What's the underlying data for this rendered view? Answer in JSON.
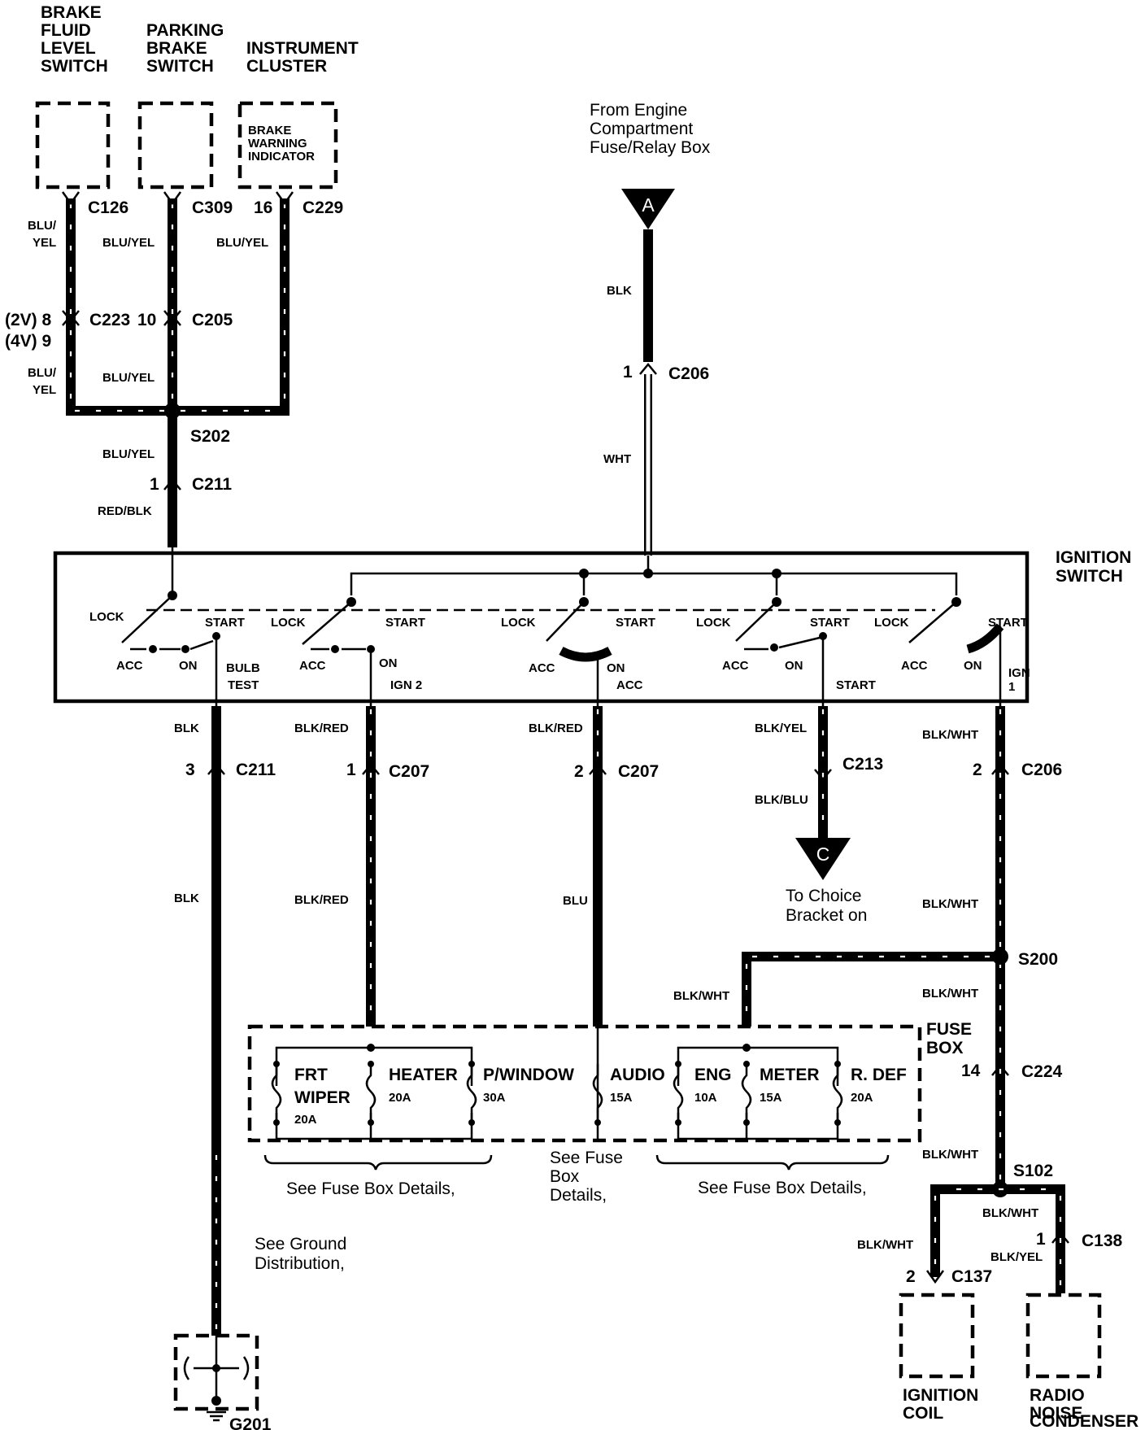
{
  "top_components": {
    "brake_fluid_switch": [
      "BRAKE",
      "FLUID",
      "LEVEL",
      "SWITCH"
    ],
    "parking_brake_switch": [
      "PARKING",
      "BRAKE",
      "SWITCH"
    ],
    "instrument_cluster": [
      "INSTRUMENT",
      "CLUSTER"
    ],
    "brake_warning_indicator": [
      "BRAKE",
      "WARNING",
      "INDICATOR"
    ]
  },
  "from_fuse_relay": [
    "From Engine",
    "Compartment",
    "Fuse/Relay Box"
  ],
  "connector_a": "A",
  "connector_c": "C",
  "to_choice": [
    "To Choice",
    "Bracket on"
  ],
  "ignition_switch_label": [
    "IGNITION",
    "SWITCH"
  ],
  "connectors": {
    "c126": "C126",
    "c309": "C309",
    "c229": "C229",
    "c229_pin": "16",
    "c223": "C223",
    "c223_pin_2v": "(2V) 8",
    "c223_pin_4v": "(4V) 9",
    "c205": "C205",
    "c205_pin": "10",
    "s202": "S202",
    "c211_top": "C211",
    "c211_top_pin": "1",
    "c206_top": "C206",
    "c206_top_pin": "1",
    "c211_bottom": "C211",
    "c211_bottom_pin": "3",
    "c207_a": "C207",
    "c207_a_pin": "1",
    "c207_b": "C207",
    "c207_b_pin": "2",
    "c213": "C213",
    "c206_bottom": "C206",
    "c206_bottom_pin": "2",
    "s200": "S200",
    "c224": "C224",
    "c224_pin": "14",
    "s102": "S102",
    "c138": "C138",
    "c138_pin": "1",
    "c137": "C137",
    "c137_pin": "2",
    "g201": "G201"
  },
  "wire_colors": {
    "blu_yel_split": [
      "BLU/",
      "YEL"
    ],
    "blu_yel": "BLU/YEL",
    "red_blk": "RED/BLK",
    "blk": "BLK",
    "wht": "WHT",
    "blk_red": "BLK/RED",
    "blk_yel": "BLK/YEL",
    "blk_blu": "BLK/BLU",
    "blk_wht": "BLK/WHT",
    "blu": "BLU"
  },
  "switch_labels": {
    "lock": "LOCK",
    "start": "START",
    "acc": "ACC",
    "on": "ON",
    "bulb_test": [
      "BULB",
      "TEST"
    ],
    "ign2": "IGN 2",
    "acc_out": "ACC",
    "start_out": "START",
    "ign1": [
      "IGN",
      "1"
    ]
  },
  "fuse_box": {
    "title": [
      "FUSE",
      "BOX"
    ],
    "fuses": [
      {
        "name": "FRT",
        "name2": "WIPER",
        "rating": "20A"
      },
      {
        "name": "HEATER",
        "rating": "20A"
      },
      {
        "name": "P/WINDOW",
        "rating": "30A"
      },
      {
        "name": "AUDIO",
        "rating": "15A"
      },
      {
        "name": "ENG",
        "rating": "10A"
      },
      {
        "name": "METER",
        "rating": "15A"
      },
      {
        "name": "R. DEF",
        "rating": "20A"
      }
    ]
  },
  "notes": {
    "fuse_details_left": "See Fuse Box Details,",
    "fuse_details_mid": [
      "See Fuse",
      "Box",
      "Details,"
    ],
    "fuse_details_right": "See Fuse Box Details,",
    "ground_dist": [
      "See Ground",
      "Distribution,"
    ]
  },
  "bottom_components": {
    "ignition_coil": [
      "IGNITION",
      "COIL"
    ],
    "radio_noise_condenser": [
      "RADIO",
      "NOISE",
      "CONDENSER"
    ]
  }
}
